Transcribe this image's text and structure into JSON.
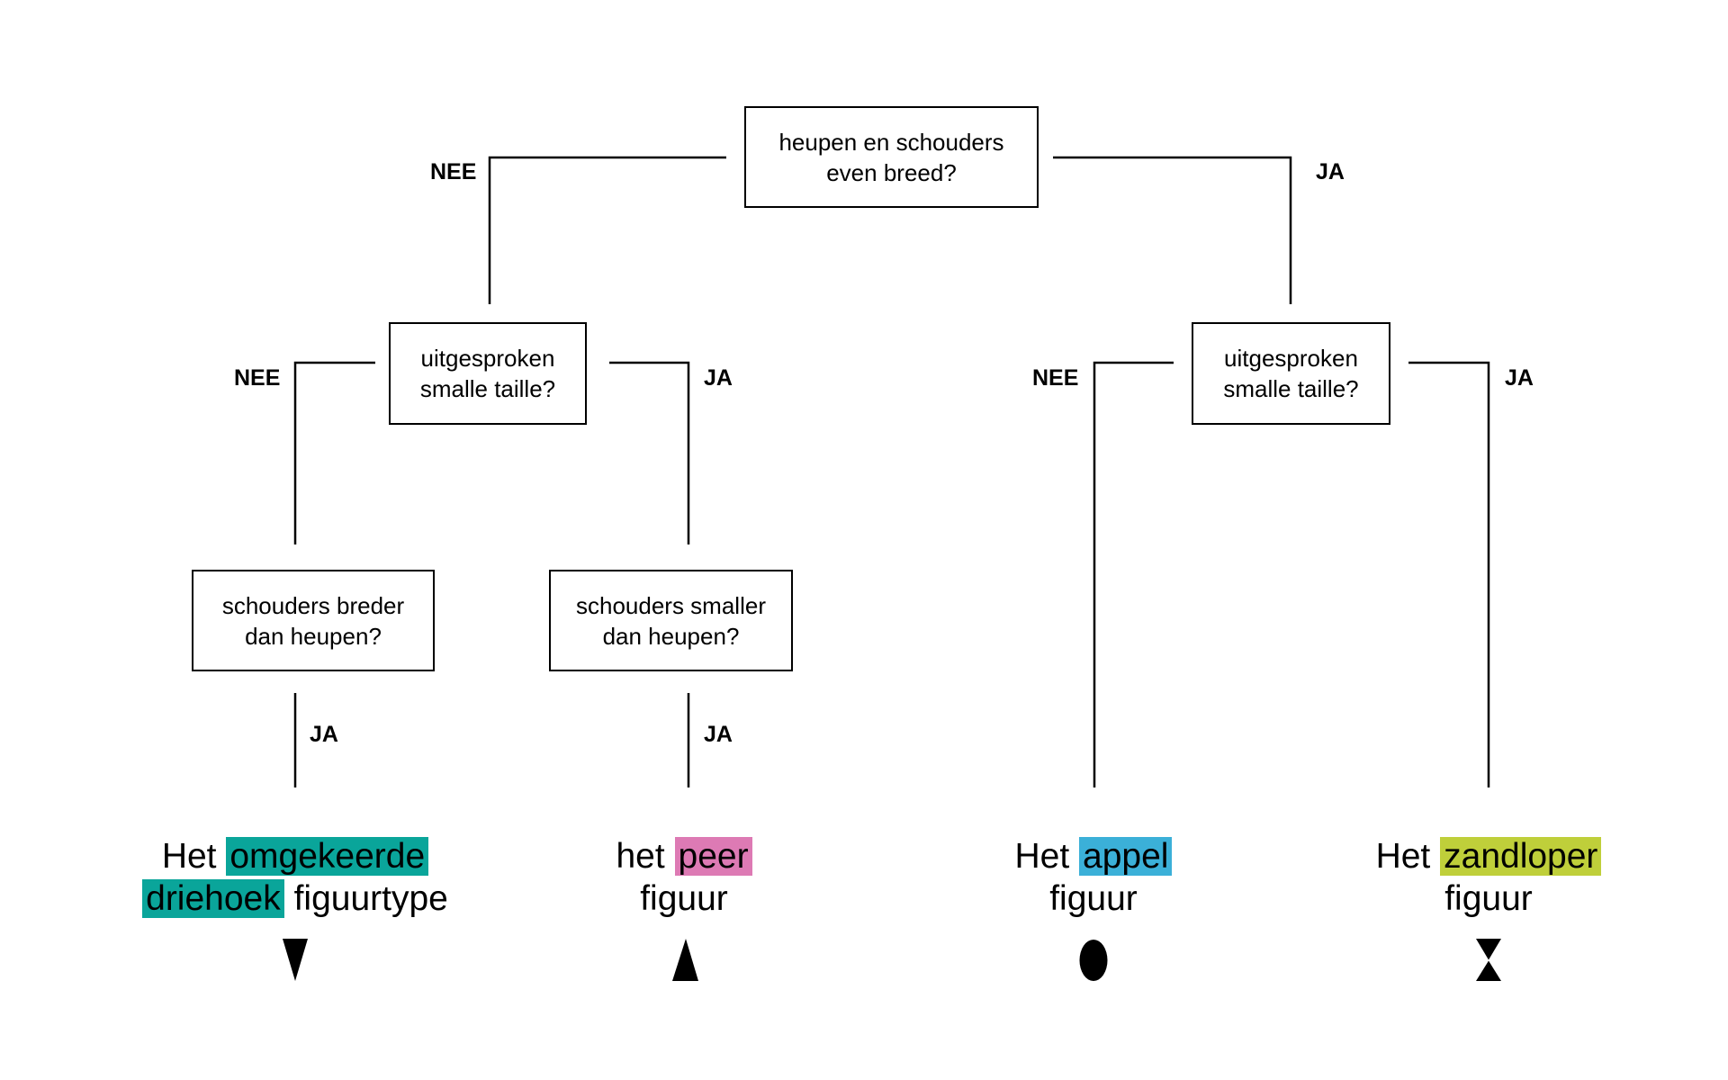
{
  "questions": {
    "root": [
      "heupen en schouders",
      "even breed?"
    ],
    "left_waist": [
      "uitgesproken",
      "smalle taille?"
    ],
    "right_waist": [
      "uitgesproken",
      "smalle taille?"
    ],
    "shoulders_wider": [
      "schouders breder",
      "dan heupen?"
    ],
    "shoulders_narrower": [
      "schouders smaller",
      "dan heupen?"
    ]
  },
  "answers": {
    "no": "NEE",
    "yes": "JA"
  },
  "results": {
    "inverted_triangle": {
      "prefix": "Het",
      "highlight_1": "omgekeerde",
      "highlight_2": "driehoek",
      "suffix": "figuurtype",
      "color": "#0aa59a",
      "icon": "inverted-triangle-icon"
    },
    "pear": {
      "prefix": "het",
      "highlight": "peer",
      "suffix": "figuur",
      "color": "#dd7ab4",
      "icon": "triangle-icon"
    },
    "apple": {
      "prefix": "Het",
      "highlight": "appel",
      "suffix": "figuur",
      "color": "#3bb0d8",
      "icon": "ellipse-icon"
    },
    "hourglass": {
      "prefix": "Het",
      "highlight": "zandloper",
      "suffix": "figuur",
      "color": "#bfcf3a",
      "icon": "hourglass-icon"
    }
  }
}
